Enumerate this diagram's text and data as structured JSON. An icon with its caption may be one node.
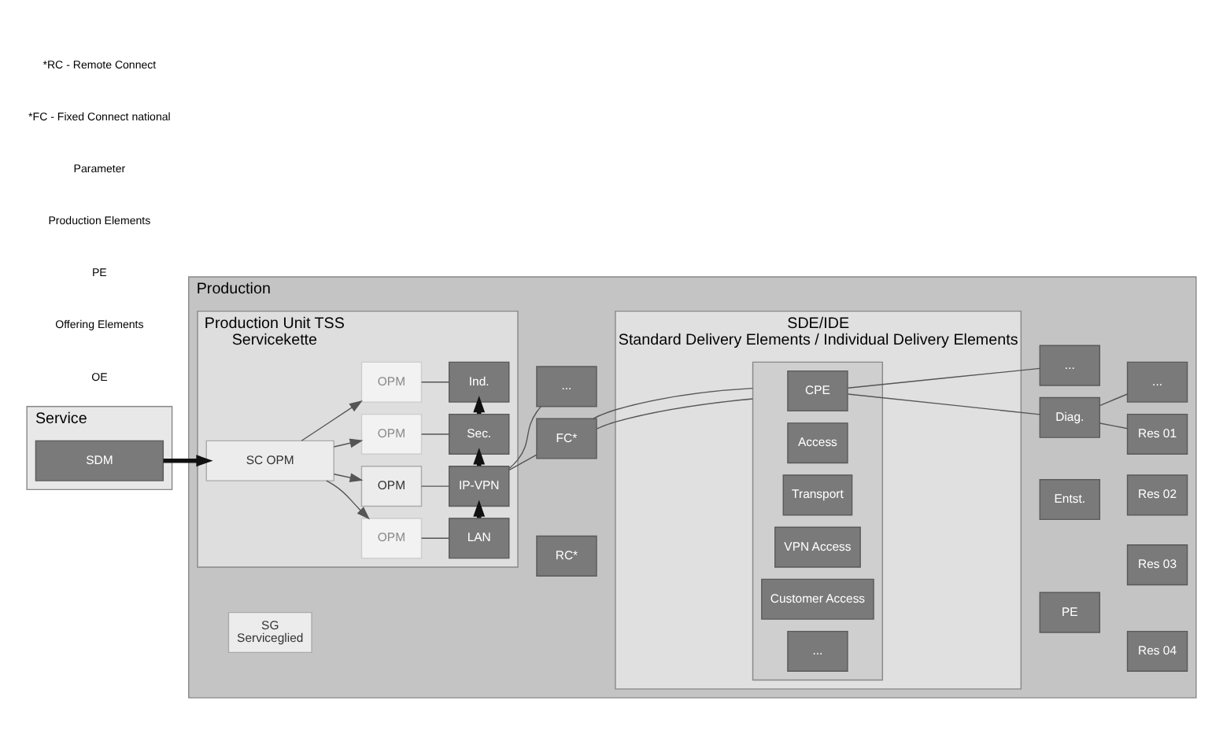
{
  "diagram": {
    "nodes": [
      {
        "text": [
          "Service"
        ]
      },
      {
        "text": [
          "SDM"
        ],
        "in": 0
      },
      {
        "text": [
          "Production"
        ]
      },
      {
        "text": [
          "Production Unit TSS",
          "Servicekette"
        ],
        "in": 2
      },
      {
        "text": [
          "SC OPM"
        ],
        "in": 3
      },
      {
        "text": [
          "OPM"
        ],
        "in": 3
      },
      {
        "text": [
          "LAN"
        ],
        "in": 3
      },
      {
        "text": [
          "OPM"
        ],
        "in": 3
      },
      {
        "text": [
          "IP-VPN"
        ],
        "in": 3
      },
      {
        "text": [
          "OPM"
        ],
        "in": 3
      },
      {
        "text": [
          "Sec."
        ],
        "in": 3
      },
      {
        "text": [
          "OPM"
        ],
        "in": 3
      },
      {
        "text": [
          "Ind."
        ],
        "in": 3
      },
      {
        "text": [
          "SG",
          "Serviceglied"
        ],
        "in": 2
      },
      {
        "text": [
          "FC*"
        ],
        "in": 2
      },
      {
        "text": [
          "RC*"
        ],
        "in": 2
      },
      {
        "text": [
          "..."
        ],
        "in": 2
      },
      {
        "text": [
          "SDE/IDE",
          "Standard Delivery Elements / Individual Delivery Elements"
        ],
        "in": 2
      },
      {
        "text": [],
        "shape": "box",
        "in": 17
      },
      {
        "text": [
          "CPE"
        ],
        "in": 18
      },
      {
        "text": [
          "Access"
        ],
        "in": 18
      },
      {
        "text": [
          "Transport"
        ],
        "in": 18
      },
      {
        "text": [
          "VPN Access"
        ],
        "in": 18
      },
      {
        "text": [
          "Customer Access"
        ],
        "in": 18
      },
      {
        "text": [
          "..."
        ],
        "in": 18
      },
      {
        "text": [
          "Diag."
        ],
        "in": 2
      },
      {
        "text": [
          "Entst."
        ],
        "in": 2
      },
      {
        "text": [
          "PE"
        ],
        "in": 2
      },
      {
        "text": [
          "..."
        ],
        "in": 2
      },
      {
        "text": [
          "Res 01"
        ],
        "in": 2
      },
      {
        "text": [
          "Res 02"
        ],
        "in": 2
      },
      {
        "text": [
          "Res 03"
        ],
        "in": 2
      },
      {
        "text": [
          "Res 04"
        ],
        "in": 2
      },
      {
        "text": [
          "..."
        ],
        "in": 2
      }
    ],
    "edges": [
      {
        "from": 1,
        "to": 4,
        "arrow": "to",
        "style": "thick"
      },
      {
        "from": 4,
        "to": 5,
        "arrow": "to"
      },
      {
        "from": 4,
        "to": 7,
        "arrow": "to"
      },
      {
        "from": 4,
        "to": 9,
        "arrow": "to"
      },
      {
        "from": 4,
        "to": 11,
        "arrow": "to"
      },
      {
        "from": 5,
        "to": 6,
        "arrow": "none"
      },
      {
        "from": 7,
        "to": 8,
        "arrow": "none"
      },
      {
        "from": 9,
        "to": 10,
        "arrow": "none"
      },
      {
        "from": 11,
        "to": 12,
        "arrow": "none"
      },
      {
        "from": 6,
        "to": 8,
        "arrow": "to",
        "style": "thick"
      },
      {
        "from": 8,
        "to": 10,
        "arrow": "to",
        "style": "thick"
      },
      {
        "from": 10,
        "to": 12,
        "arrow": "to",
        "style": "thick"
      },
      {
        "from": 8,
        "to": 14,
        "arrow": "none"
      },
      {
        "from": 8,
        "to": 16,
        "arrow": "none"
      },
      {
        "from": 14,
        "to": 18,
        "arrow": "none"
      },
      {
        "from": 14,
        "to": 18,
        "arrow": "none"
      },
      {
        "from": 19,
        "to": 25,
        "arrow": "none"
      },
      {
        "from": 19,
        "to": 28,
        "arrow": "none"
      },
      {
        "from": 25,
        "to": 29,
        "arrow": "none"
      },
      {
        "from": 25,
        "to": 33,
        "arrow": "none"
      }
    ],
    "labels": [
      "OE",
      "Offering Elements",
      "PE",
      "Production Elements",
      "Parameter",
      "*FC - Fixed Connect national",
      "*RC - Remote Connect"
    ]
  }
}
